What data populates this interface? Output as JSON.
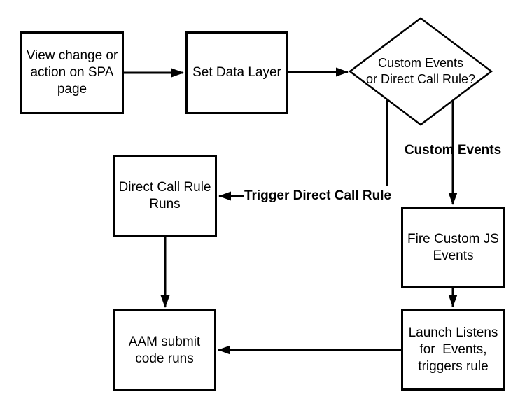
{
  "colors": {
    "background": "#ffffff",
    "ink": "#000000",
    "node_fill": "#ffffff"
  },
  "nodes": {
    "view_change": {
      "shape": "rect",
      "label": "View change or\naction on SPA\npage"
    },
    "set_data_layer": {
      "shape": "rect",
      "label": "Set Data Layer"
    },
    "decision": {
      "shape": "diamond",
      "label": "Custom Events\nor Direct Call Rule?"
    },
    "direct_call_rule_runs": {
      "shape": "rect",
      "label": "Direct Call Rule\nRuns"
    },
    "fire_custom_js": {
      "shape": "rect",
      "label": "Fire Custom JS\nEvents"
    },
    "aam_submit": {
      "shape": "rect",
      "label": "AAM submit\ncode runs"
    },
    "launch_listens": {
      "shape": "rect",
      "label": "Launch Listens\nfor  Events,\ntriggers rule"
    }
  },
  "edges": [
    {
      "from": "view_change",
      "to": "set_data_layer",
      "label": ""
    },
    {
      "from": "set_data_layer",
      "to": "decision",
      "label": ""
    },
    {
      "from": "decision",
      "to": "direct_call_rule_runs",
      "label": "Trigger Direct Call Rule"
    },
    {
      "from": "decision",
      "to": "fire_custom_js",
      "label": "Custom Events"
    },
    {
      "from": "direct_call_rule_runs",
      "to": "aam_submit",
      "label": ""
    },
    {
      "from": "fire_custom_js",
      "to": "launch_listens",
      "label": ""
    },
    {
      "from": "launch_listens",
      "to": "aam_submit",
      "label": ""
    }
  ]
}
